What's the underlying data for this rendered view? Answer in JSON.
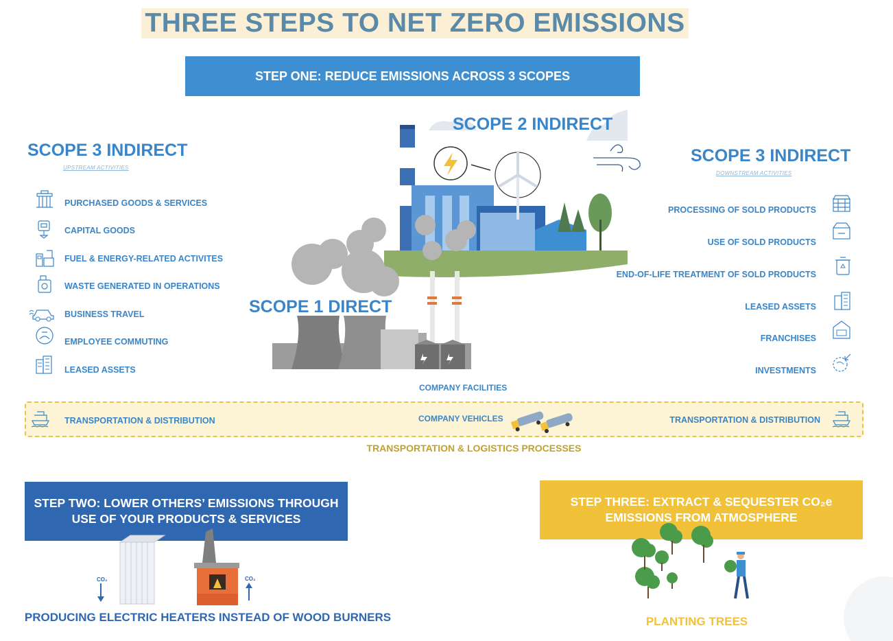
{
  "title": "THREE STEPS TO NET ZERO EMISSIONS",
  "step_one": "STEP ONE: REDUCE EMISSIONS ACROSS 3 SCOPES",
  "scope2": {
    "title": "SCOPE 2 INDIRECT"
  },
  "scope1": {
    "title": "SCOPE 1 DIRECT"
  },
  "scope3_left": {
    "title": "SCOPE 3 INDIRECT",
    "subtitle": "UPSTREAM ACTIVITIES",
    "items": [
      {
        "label": "PURCHASED GOODS & SERVICES",
        "icon": "factory-icon"
      },
      {
        "label": "CAPITAL GOODS",
        "icon": "machine-icon"
      },
      {
        "label": "FUEL & ENERGY-RELATED ACTIVITES",
        "icon": "fuel-icon"
      },
      {
        "label": "WASTE GENERATED IN OPERATIONS",
        "icon": "waste-icon"
      },
      {
        "label": "BUSINESS TRAVEL",
        "icon": "car-icon"
      },
      {
        "label": "EMPLOYEE COMMUTING",
        "icon": "commute-icon"
      },
      {
        "label": "LEASED ASSETS",
        "icon": "building-icon"
      }
    ]
  },
  "scope3_right": {
    "title": "SCOPE 3 INDIRECT",
    "subtitle": "DOWNSTREAM ACTIVITIES",
    "items": [
      {
        "label": "PROCESSING OF SOLD PRODUCTS",
        "icon": "processing-icon"
      },
      {
        "label": "USE OF SOLD PRODUCTS",
        "icon": "box-icon"
      },
      {
        "label": "END-OF-LIFE TREATMENT OF SOLD PRODUCTS",
        "icon": "recycle-bin-icon"
      },
      {
        "label": "LEASED ASSETS",
        "icon": "building-icon"
      },
      {
        "label": "FRANCHISES",
        "icon": "store-icon"
      },
      {
        "label": "INVESTMENTS",
        "icon": "globe-icon"
      }
    ]
  },
  "company_facilities": "COMPANY FACILITIES",
  "company_vehicles": "COMPANY VEHICLES",
  "transport_left": "TRANSPORTATION & DISTRIBUTION",
  "transport_right": "TRANSPORTATION & DISTRIBUTION",
  "logistics_label": "TRANSPORTATION & LOGISTICS PROCESSES",
  "step_two": {
    "line1": "STEP TWO: LOWER OTHERS’ EMISSIONS THROUGH",
    "line2": "USE OF YOUR PRODUCTS & SERVICES"
  },
  "step_three": {
    "line1": "STEP THREE: EXTRACT & SEQUESTER CO₂e",
    "line2": "EMISSIONS FROM ATMOSPHERE"
  },
  "co2_label": "CO₂",
  "caption_two": "PRODUCING ELECTRIC HEATERS INSTEAD OF WOOD BURNERS",
  "caption_three": "PLANTING TREES",
  "colors": {
    "blue": "#3a85c8",
    "dark_blue": "#2f67b1",
    "yellow": "#f2c13a",
    "gold_text": "#c3a12c",
    "title": "#5a8aa8"
  }
}
